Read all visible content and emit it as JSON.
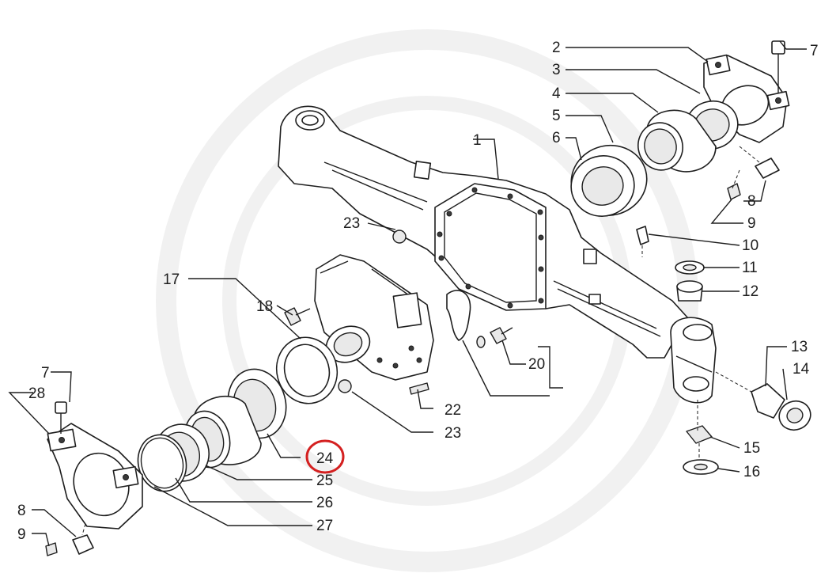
{
  "callouts": [
    {
      "id": "c1",
      "text": "1"
    },
    {
      "id": "c2",
      "text": "2"
    },
    {
      "id": "c3",
      "text": "3"
    },
    {
      "id": "c4",
      "text": "4"
    },
    {
      "id": "c5",
      "text": "5"
    },
    {
      "id": "c6",
      "text": "6"
    },
    {
      "id": "c7a",
      "text": "7"
    },
    {
      "id": "c8a",
      "text": "8"
    },
    {
      "id": "c9a",
      "text": "9"
    },
    {
      "id": "c10",
      "text": "10"
    },
    {
      "id": "c11",
      "text": "11"
    },
    {
      "id": "c12",
      "text": "12"
    },
    {
      "id": "c13",
      "text": "13"
    },
    {
      "id": "c14",
      "text": "14"
    },
    {
      "id": "c15",
      "text": "15"
    },
    {
      "id": "c16",
      "text": "16"
    },
    {
      "id": "c17",
      "text": "17"
    },
    {
      "id": "c18",
      "text": "18"
    },
    {
      "id": "c20",
      "text": "20"
    },
    {
      "id": "c22",
      "text": "22"
    },
    {
      "id": "c23a",
      "text": "23"
    },
    {
      "id": "c23b",
      "text": "23"
    },
    {
      "id": "c24",
      "text": "24"
    },
    {
      "id": "c25",
      "text": "25"
    },
    {
      "id": "c26",
      "text": "26"
    },
    {
      "id": "c27",
      "text": "27"
    },
    {
      "id": "c28",
      "text": "28"
    },
    {
      "id": "c7b",
      "text": "7"
    },
    {
      "id": "c8b",
      "text": "8"
    },
    {
      "id": "c9b",
      "text": "9"
    }
  ],
  "highlight": {
    "callout": "24",
    "color": "#d42020"
  },
  "colors": {
    "line": "#1e1e1e",
    "watermark": "#f1f1f1"
  }
}
